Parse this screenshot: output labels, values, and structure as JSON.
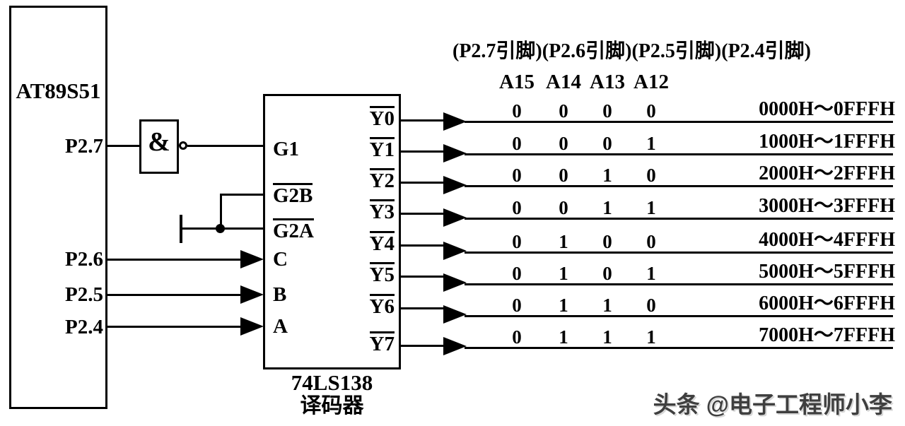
{
  "mcu": {
    "title": "AT89S51",
    "pins": [
      "P2.7",
      "P2.6",
      "P2.5",
      "P2.4"
    ]
  },
  "gate": {
    "symbol": "&"
  },
  "decoder": {
    "title": "74LS138",
    "subtitle": "译码器",
    "inputs": [
      {
        "label": "G1",
        "overline": false
      },
      {
        "label": "G2B",
        "overline": true
      },
      {
        "label": "G2A",
        "overline": true
      },
      {
        "label": "C",
        "overline": false
      },
      {
        "label": "B",
        "overline": false
      },
      {
        "label": "A",
        "overline": false
      }
    ],
    "outputs": [
      "Y0",
      "Y1",
      "Y2",
      "Y3",
      "Y4",
      "Y5",
      "Y6",
      "Y7"
    ]
  },
  "table": {
    "pin_header": "(P2.7引脚)(P2.6引脚)(P2.5引脚)(P2.4引脚)",
    "columns": [
      "A15",
      "A14",
      "A13",
      "A12"
    ],
    "rows": [
      {
        "bits": [
          "0",
          "0",
          "0",
          "0"
        ],
        "range": "0000H～0FFFH"
      },
      {
        "bits": [
          "0",
          "0",
          "0",
          "1"
        ],
        "range": "1000H～1FFFH"
      },
      {
        "bits": [
          "0",
          "0",
          "1",
          "0"
        ],
        "range": "2000H～2FFFH"
      },
      {
        "bits": [
          "0",
          "0",
          "1",
          "1"
        ],
        "range": "3000H～3FFFH"
      },
      {
        "bits": [
          "0",
          "1",
          "0",
          "0"
        ],
        "range": "4000H～4FFFH"
      },
      {
        "bits": [
          "0",
          "1",
          "0",
          "1"
        ],
        "range": "5000H～5FFFH"
      },
      {
        "bits": [
          "0",
          "1",
          "1",
          "0"
        ],
        "range": "6000H～6FFFH"
      },
      {
        "bits": [
          "0",
          "1",
          "1",
          "1"
        ],
        "range": "7000H～7FFFH"
      }
    ]
  },
  "watermark": {
    "text": "头条 @电子工程师小李"
  },
  "colors": {
    "line": "#000000",
    "background": "#ffffff",
    "watermark": "#3f3f3f"
  }
}
